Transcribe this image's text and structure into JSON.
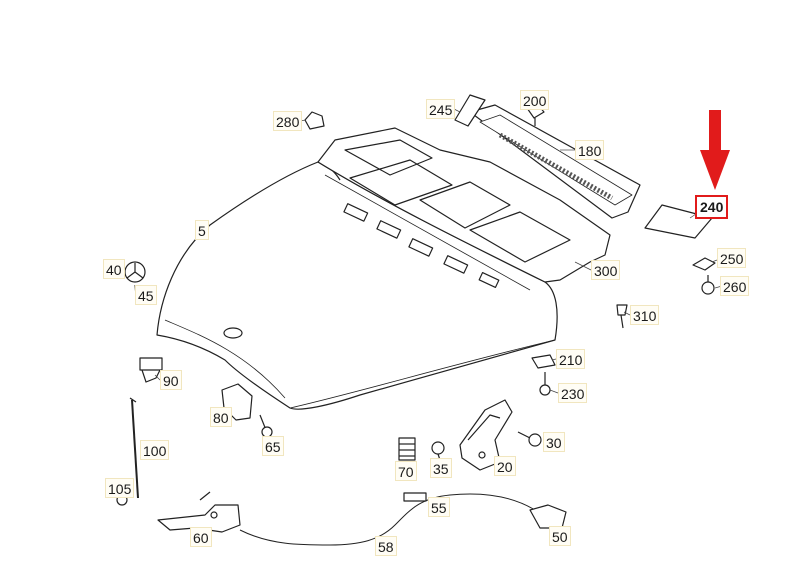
{
  "diagram": {
    "highlighted_part": "240",
    "arrow_color": "#e11b1b",
    "callouts": [
      {
        "id": "c280",
        "number": "280"
      },
      {
        "id": "c245",
        "number": "245"
      },
      {
        "id": "c200",
        "number": "200"
      },
      {
        "id": "c180",
        "number": "180"
      },
      {
        "id": "c240",
        "number": "240"
      },
      {
        "id": "c5",
        "number": "5"
      },
      {
        "id": "c40",
        "number": "40"
      },
      {
        "id": "c45",
        "number": "45"
      },
      {
        "id": "c300",
        "number": "300"
      },
      {
        "id": "c250",
        "number": "250"
      },
      {
        "id": "c260",
        "number": "260"
      },
      {
        "id": "c310",
        "number": "310"
      },
      {
        "id": "c90",
        "number": "90"
      },
      {
        "id": "c210",
        "number": "210"
      },
      {
        "id": "c230",
        "number": "230"
      },
      {
        "id": "c80",
        "number": "80"
      },
      {
        "id": "c65",
        "number": "65"
      },
      {
        "id": "c100",
        "number": "100"
      },
      {
        "id": "c30",
        "number": "30"
      },
      {
        "id": "c70",
        "number": "70"
      },
      {
        "id": "c35",
        "number": "35"
      },
      {
        "id": "c20",
        "number": "20"
      },
      {
        "id": "c105",
        "number": "105"
      },
      {
        "id": "c55",
        "number": "55"
      },
      {
        "id": "c60",
        "number": "60"
      },
      {
        "id": "c58",
        "number": "58"
      },
      {
        "id": "c50",
        "number": "50"
      }
    ]
  }
}
